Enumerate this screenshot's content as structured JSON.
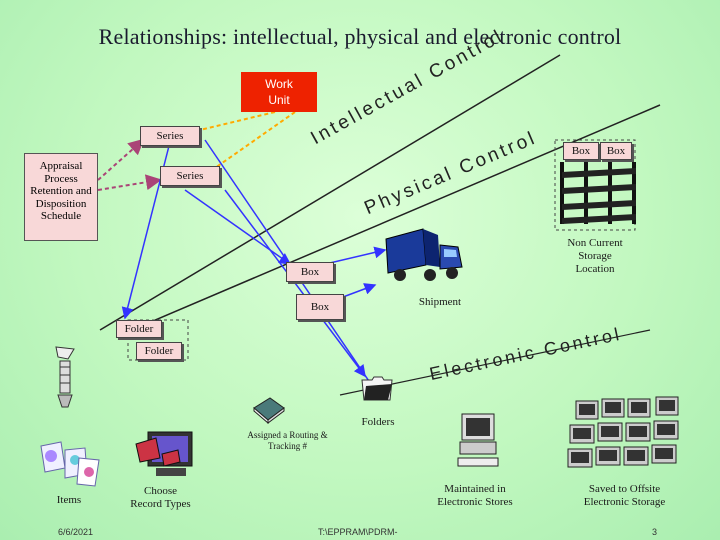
{
  "title": "Relationships:  intellectual, physical and electronic control",
  "work_unit": "Work\nUnit",
  "series_top": "Series",
  "series_mid": "Series",
  "appraisal": "Appraisal\nProcess\nRetention and\nDisposition\nSchedule",
  "intellectual_control": "Intellectual Control",
  "physical_control": "Physical Control",
  "electronic_control": "Electronic Control",
  "box_truck": "Box",
  "box_shipment": "Box",
  "box_storage_1": "Box",
  "box_storage_2": "Box",
  "shipment": "Shipment",
  "non_current": "Non Current\nStorage\nLocation",
  "folder_1": "Folder",
  "folder_2": "Folder",
  "folders": "Folders",
  "assigned": "Assigned a Routing &\nTracking #",
  "items": "Items",
  "choose": "Choose\nRecord Types",
  "maintained": "Maintained in\nElectronic Stores",
  "saved": "Saved to Offsite\nElectronic Storage",
  "footer_date": "6/6/2021",
  "footer_path": "T:\\EPPRAM\\PDRM-",
  "footer_page": "3",
  "colors": {
    "background": "#c8ffc8",
    "work_unit": "#ee2200",
    "box_fill": "#f8d8d8",
    "arrow_blue": "#3333ff",
    "arrow_purple": "#aa4477"
  }
}
